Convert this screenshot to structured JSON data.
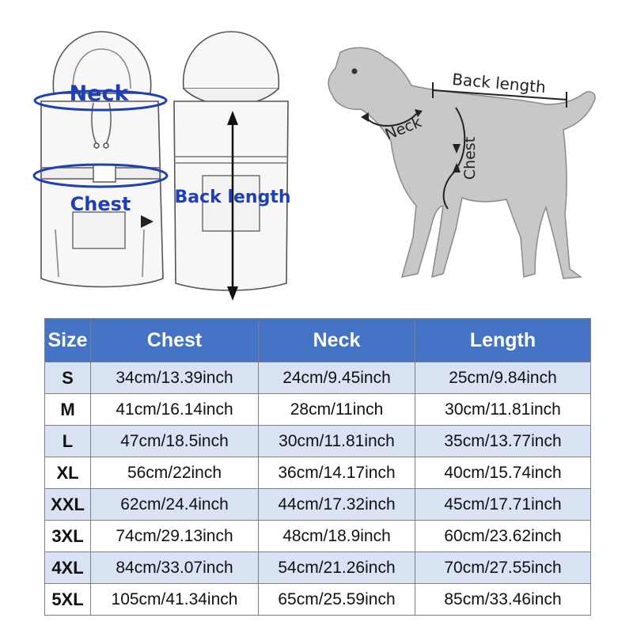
{
  "illustration": {
    "vest_front": {
      "neck_label": "Neck",
      "chest_label": "Chest"
    },
    "vest_back": {
      "back_length_label": "Back length"
    },
    "dog": {
      "back_length_label": "Back length",
      "neck_label": "Neck",
      "chest_label": "Chest"
    },
    "colors": {
      "measure_blue": "#1f3fb5",
      "dog_gray": "#c8c8c8",
      "header_blue": "#4472c4",
      "stripe_blue": "#dae3f3"
    }
  },
  "size_chart": {
    "headers": {
      "size": "Size",
      "chest": "Chest",
      "neck": "Neck",
      "length": "Length"
    },
    "rows": [
      {
        "size": "S",
        "chest": "34cm/13.39inch",
        "neck": "24cm/9.45inch",
        "length": "25cm/9.84inch"
      },
      {
        "size": "M",
        "chest": "41cm/16.14inch",
        "neck": "28cm/11inch",
        "length": "30cm/11.81inch"
      },
      {
        "size": "L",
        "chest": "47cm/18.5inch",
        "neck": "30cm/11.81inch",
        "length": "35cm/13.77inch"
      },
      {
        "size": "XL",
        "chest": "56cm/22inch",
        "neck": "36cm/14.17inch",
        "length": "40cm/15.74inch"
      },
      {
        "size": "XXL",
        "chest": "62cm/24.4inch",
        "neck": "44cm/17.32inch",
        "length": "45cm/17.71inch"
      },
      {
        "size": "3XL",
        "chest": "74cm/29.13inch",
        "neck": "48cm/18.9inch",
        "length": "60cm/23.62inch"
      },
      {
        "size": "4XL",
        "chest": "84cm/33.07inch",
        "neck": "54cm/21.26inch",
        "length": "70cm/27.55inch"
      },
      {
        "size": "5XL",
        "chest": "105cm/41.34inch",
        "neck": "65cm/25.59inch",
        "length": "85cm/33.46inch"
      }
    ]
  }
}
